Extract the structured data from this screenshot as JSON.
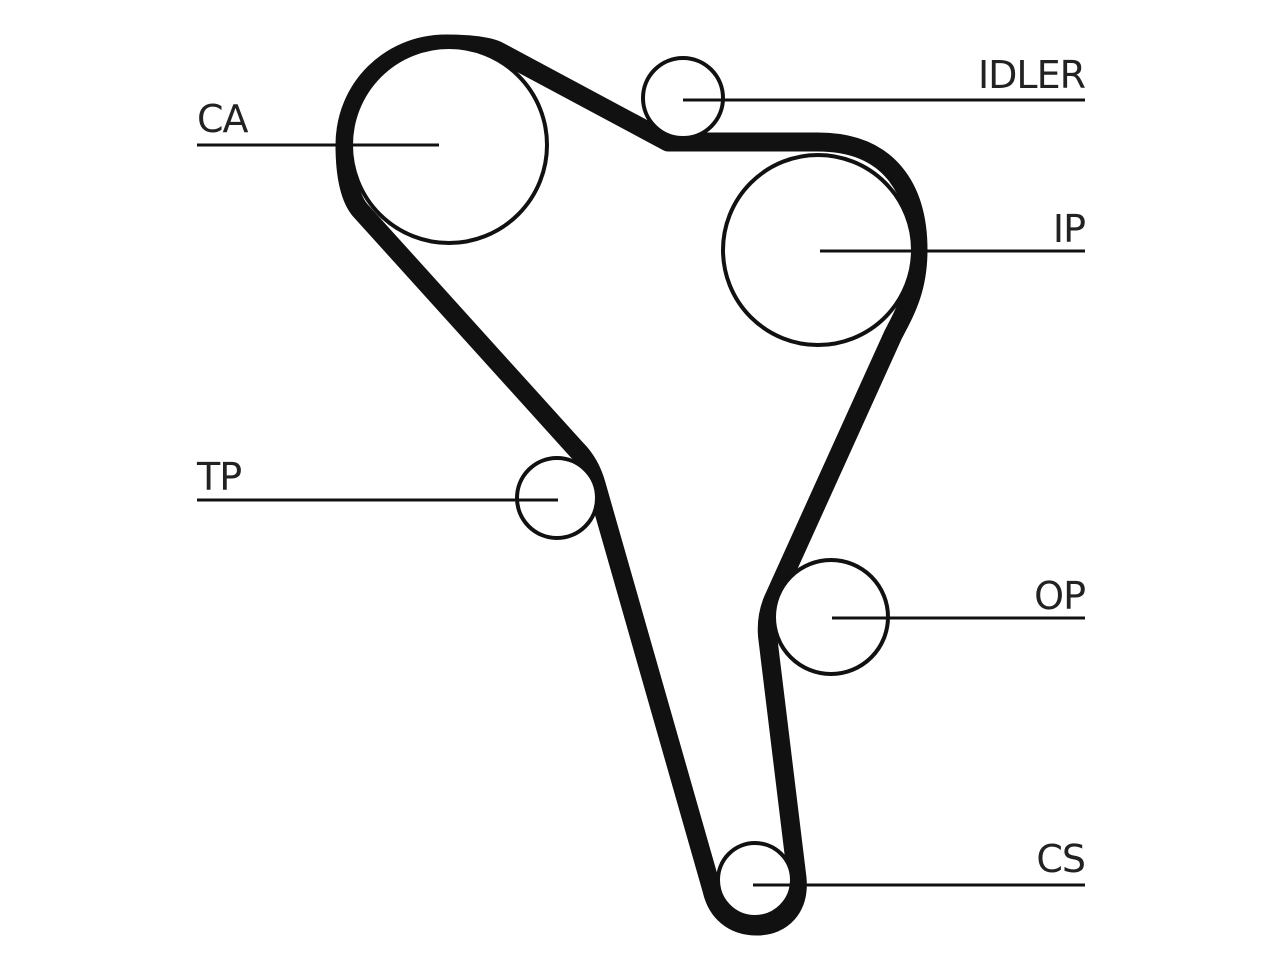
{
  "labels": {
    "ca": "CA",
    "idler": "IDLER",
    "ip": "IP",
    "tp": "TP",
    "op": "OP",
    "cs": "CS"
  },
  "colors": {
    "line": "#111111",
    "background": "#ffffff"
  }
}
